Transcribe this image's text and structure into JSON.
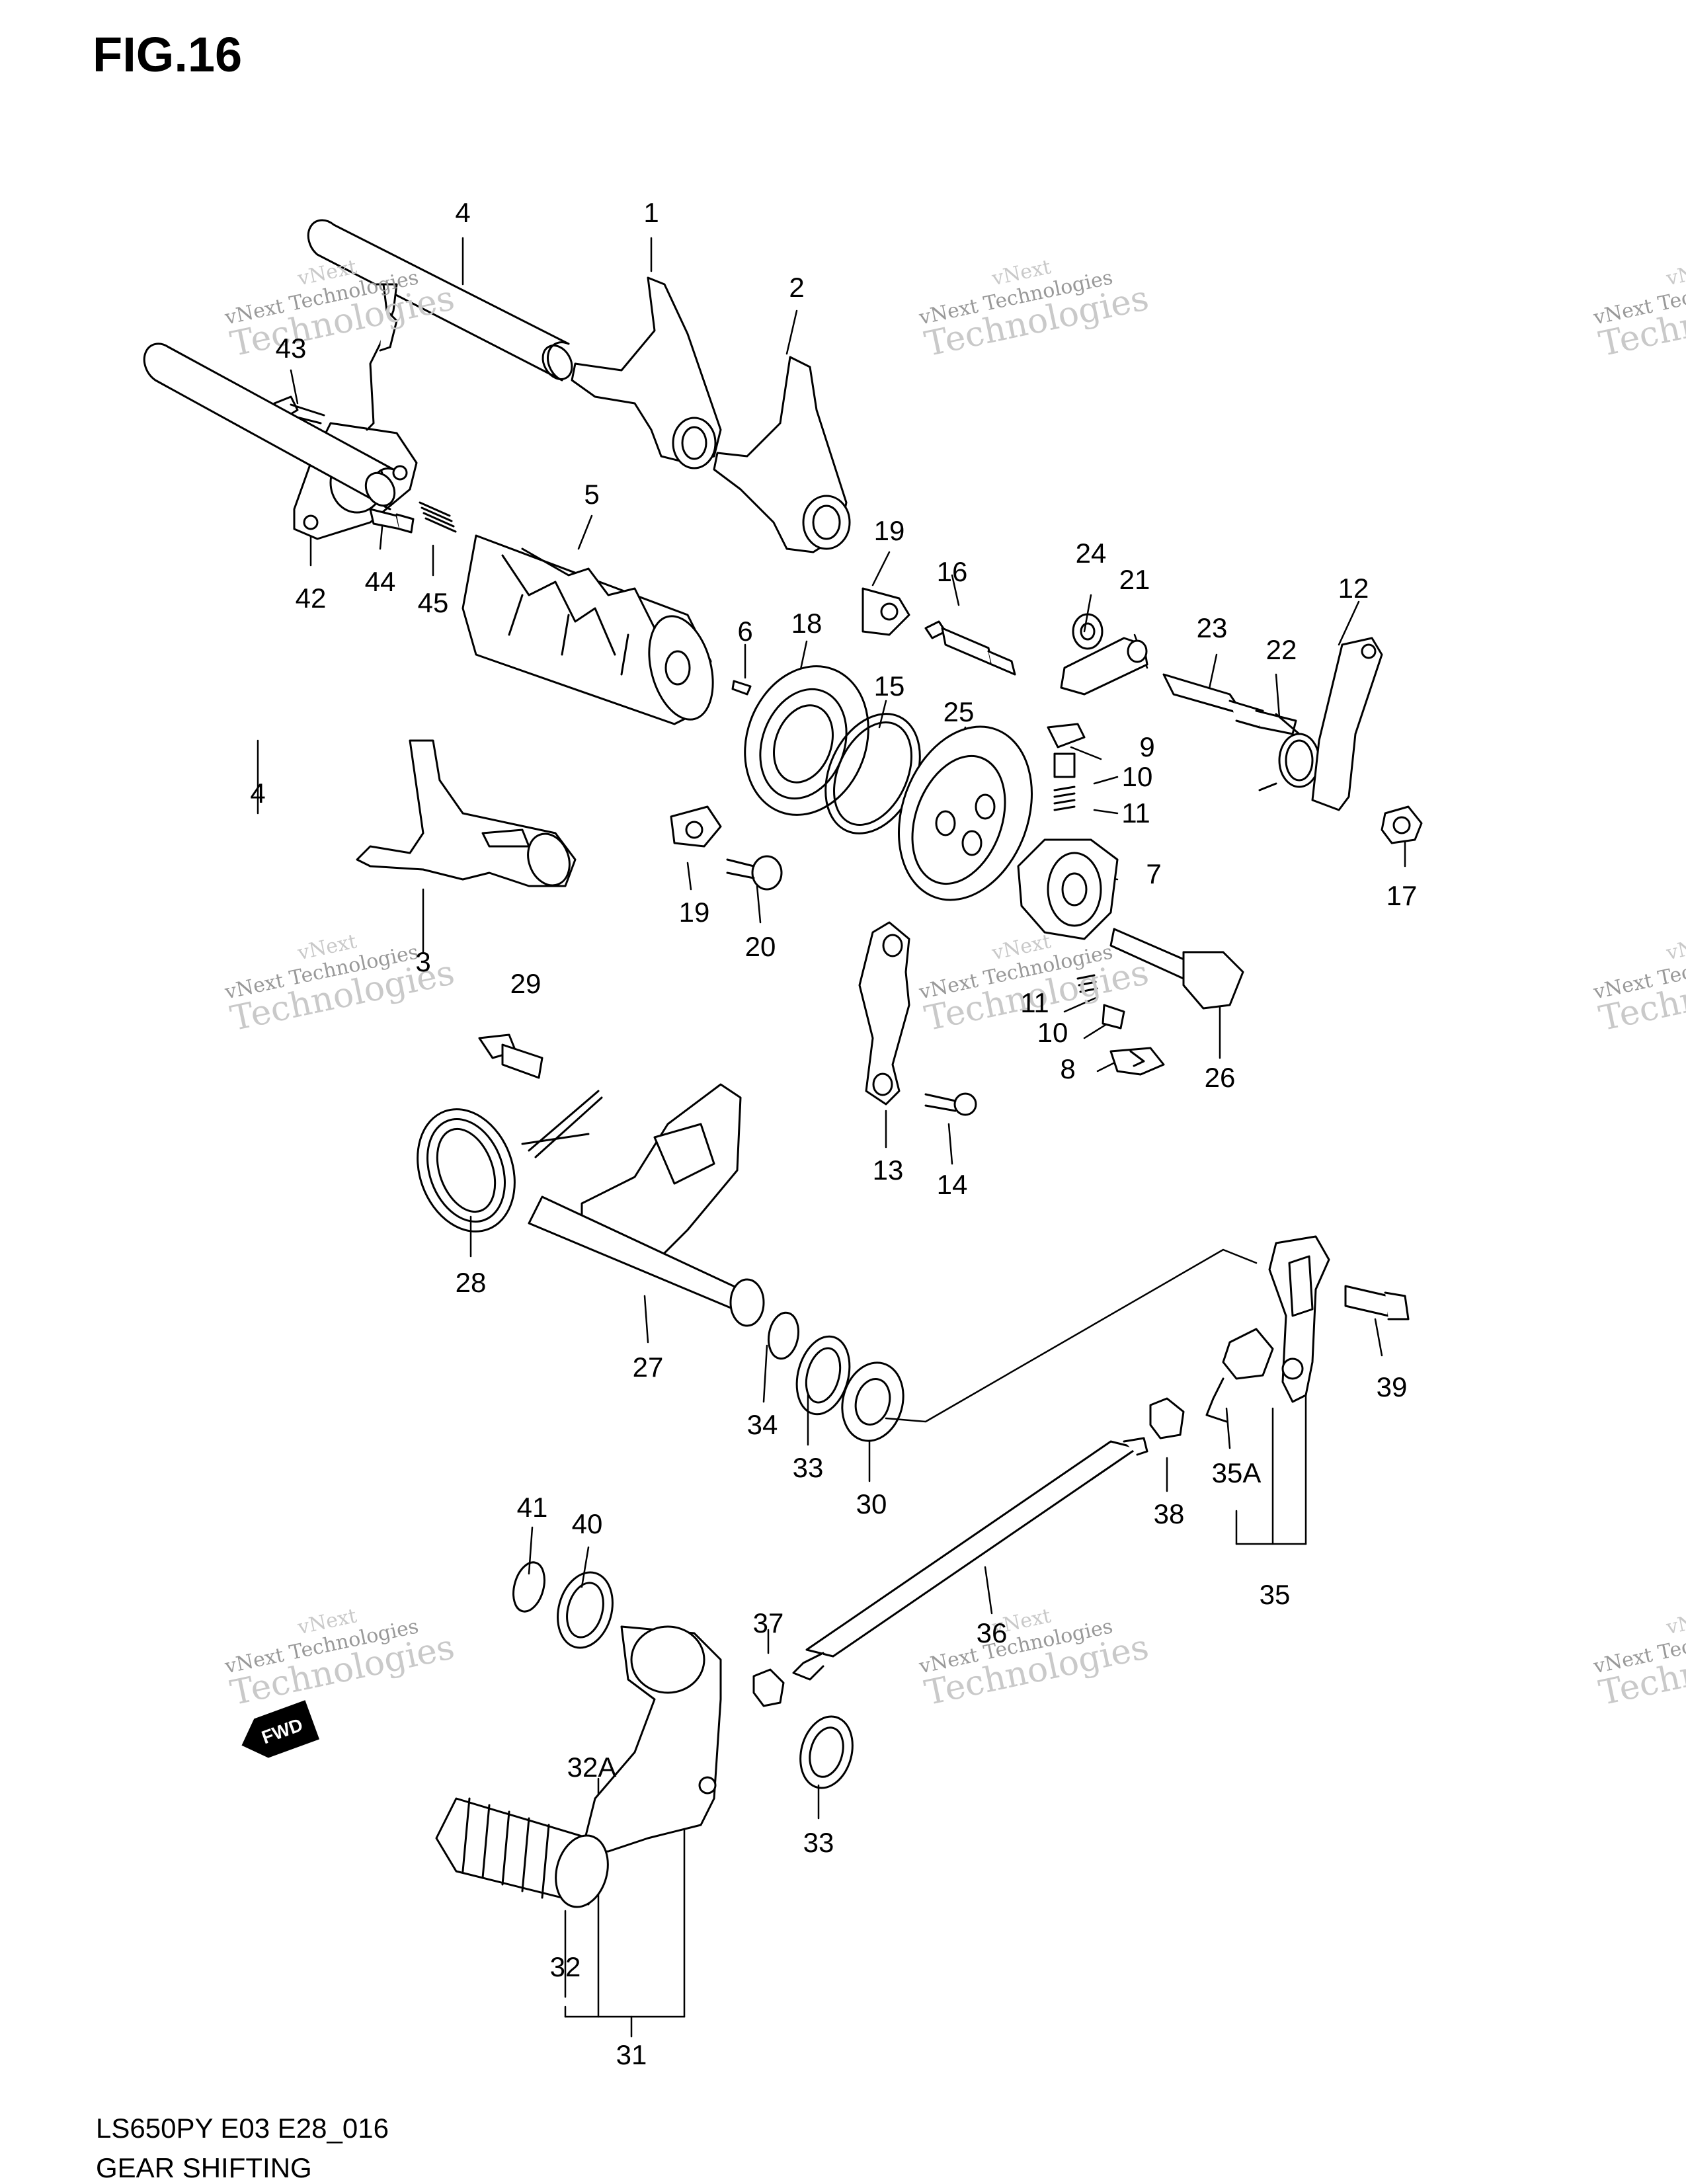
{
  "figure": {
    "title": "FIG.16"
  },
  "footer": {
    "model_code": "LS650PY E03 E28_016",
    "section_title": "GEAR SHIFTING"
  },
  "watermark": {
    "line1": "vNext",
    "line2": "vNext Technologies",
    "line3": "Technologies"
  },
  "fwd_badge": {
    "label": "FWD"
  },
  "callouts": [
    "4",
    "1",
    "2",
    "43",
    "42",
    "44",
    "45",
    "5",
    "19",
    "16",
    "24",
    "21",
    "12",
    "23",
    "22",
    "6",
    "18",
    "15",
    "25",
    "9",
    "10",
    "11",
    "17",
    "7",
    "4",
    "3",
    "19",
    "20",
    "29",
    "11",
    "10",
    "8",
    "26",
    "13",
    "14",
    "28",
    "27",
    "34",
    "33",
    "30",
    "39",
    "35A",
    "38",
    "35",
    "36",
    "37",
    "41",
    "40",
    "32A",
    "33",
    "32",
    "31"
  ]
}
